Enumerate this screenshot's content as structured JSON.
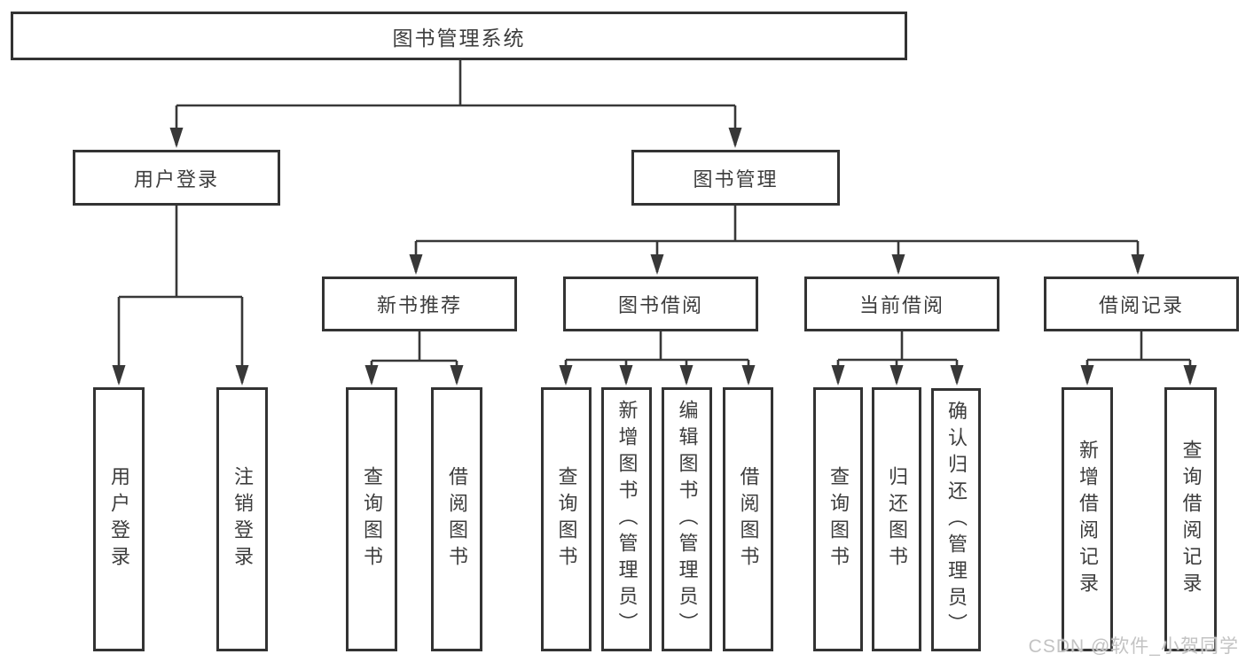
{
  "tree": {
    "root": {
      "label": "图书管理系统"
    },
    "branches": [
      {
        "label": "用户登录",
        "children": [
          {
            "label": "用户登录"
          },
          {
            "label": "注销登录"
          }
        ]
      },
      {
        "label": "图书管理",
        "children": [
          {
            "label": "新书推荐",
            "children": [
              {
                "label": "查询图书"
              },
              {
                "label": "借阅图书"
              }
            ]
          },
          {
            "label": "图书借阅",
            "children": [
              {
                "label": "查询图书"
              },
              {
                "label": "新增图书（管理员）"
              },
              {
                "label": "编辑图书（管理员）"
              },
              {
                "label": "借阅图书"
              }
            ]
          },
          {
            "label": "当前借阅",
            "children": [
              {
                "label": "查询图书"
              },
              {
                "label": "归还图书"
              },
              {
                "label": "确认归还（管理员）"
              }
            ]
          },
          {
            "label": "借阅记录",
            "children": [
              {
                "label": "新增借阅记录"
              },
              {
                "label": "查询借阅记录"
              }
            ]
          }
        ]
      }
    ]
  },
  "watermark": {
    "label": "CSDN @软件_小贺同学"
  },
  "colors": {
    "line": "#383838",
    "box_border": "#333333",
    "text": "#3d3d3d",
    "background": "#ffffff",
    "watermark": "#c3c3c3"
  }
}
